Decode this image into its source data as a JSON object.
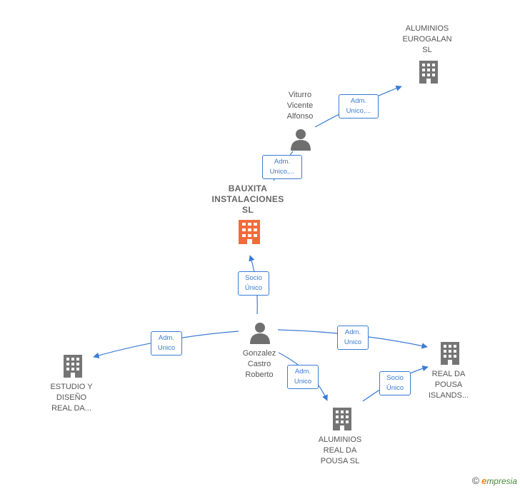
{
  "colors": {
    "edge": "#3a7bd5",
    "company": "#757575",
    "company_main": "#f26b3a",
    "person": "#6f6f6f"
  },
  "nodes": {
    "aluminios_eurogalan": {
      "label": "ALUMINIOS\nEUROGALAN\nSL",
      "kind": "company"
    },
    "viturro": {
      "label": "Viturro\nVicente\nAlfonso",
      "kind": "person"
    },
    "bauxita": {
      "label": "BAUXITA\nINSTALACIONES\nSL",
      "kind": "company-main"
    },
    "gonzalez": {
      "label": "Gonzalez\nCastro\nRoberto",
      "kind": "person"
    },
    "estudio": {
      "label": "ESTUDIO Y\nDISEÑO\nREAL DA...",
      "kind": "company"
    },
    "real_da_pousa_islands": {
      "label": "REAL DA\nPOUSA\nISLANDS...",
      "kind": "company"
    },
    "aluminios_real": {
      "label": "ALUMINIOS\nREAL DA\nPOUSA  SL",
      "kind": "company"
    }
  },
  "edges": {
    "viturro_eurogalan": "Adm.\nUnico,...",
    "bauxita_viturro": "Adm.\nUnico,...",
    "gonzalez_bauxita": "Socio\nÚnico",
    "gonzalez_estudio": "Adm.\nUnico",
    "gonzalez_islands": "Adm.\nUnico",
    "gonzalez_aluminios": "Adm.\nUnico",
    "aluminios_islands": "Socio\nÚnico"
  },
  "footer": {
    "copyright": "©",
    "brand_initial": "e",
    "brand_rest": "mpresia"
  }
}
